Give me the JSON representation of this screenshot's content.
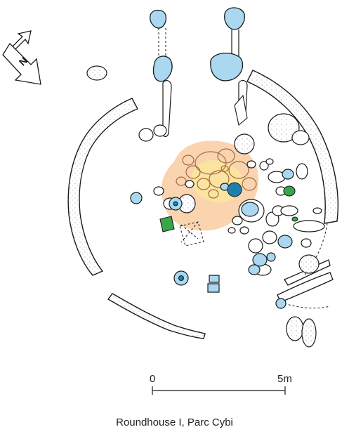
{
  "caption": "Roundhouse I, Parc Cybi",
  "north_arrow": {
    "letter": "N"
  },
  "scale_bar": {
    "start_label": "0",
    "end_label": "5m"
  },
  "colors": {
    "post_hole_fill": "#a9d8f0",
    "dark_post_fill": "#1d7fab",
    "green_feature": "#3aa64a",
    "hearth_orange": "#f8cfa6",
    "hearth_yellow": "#fbe3a0",
    "hearth_brown": "#a36a3f",
    "stone_outline": "#1a1a1a"
  }
}
